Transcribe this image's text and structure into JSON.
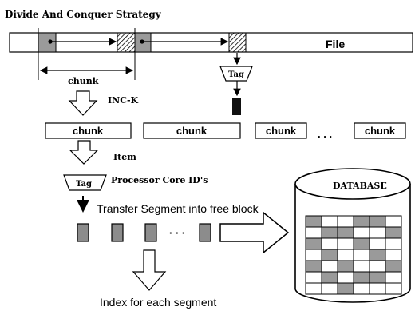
{
  "title": "Divide And Conquer Strategy",
  "file_label": "File",
  "chunk_span_label": "chunk",
  "tag_top": "Tag",
  "inc_label": "INC-K",
  "chunks": [
    "chunk",
    "chunk",
    "chunk",
    "chunk"
  ],
  "ellipsis": ". . .",
  "item_label": "Item",
  "tag_bottom": "Tag",
  "processor_label": "Processor Core ID's",
  "transfer_label": "Transfer Segment into free block",
  "segments_ellipsis": "· · ·",
  "database_label": "DATABASE",
  "index_label": "Index for each segment"
}
